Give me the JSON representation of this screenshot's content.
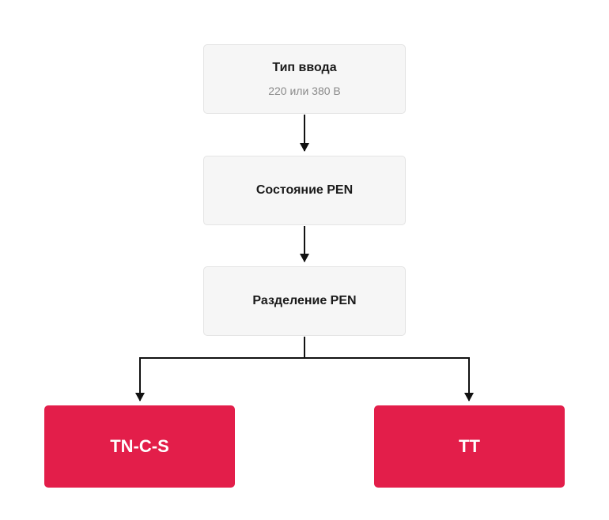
{
  "colors": {
    "accent": "#e31e4a",
    "box_fill": "#f6f6f6",
    "box_border": "#e4e4e4",
    "line": "#111111"
  },
  "nodes": {
    "input_type": {
      "title": "Тип ввода",
      "subtitle": "220 или 380 В"
    },
    "pen_state": {
      "title": "Состояние PEN"
    },
    "pen_split": {
      "title": "Разделение PEN"
    },
    "tn_c_s": {
      "title": "TN-C-S"
    },
    "tt": {
      "title": "TT"
    }
  }
}
